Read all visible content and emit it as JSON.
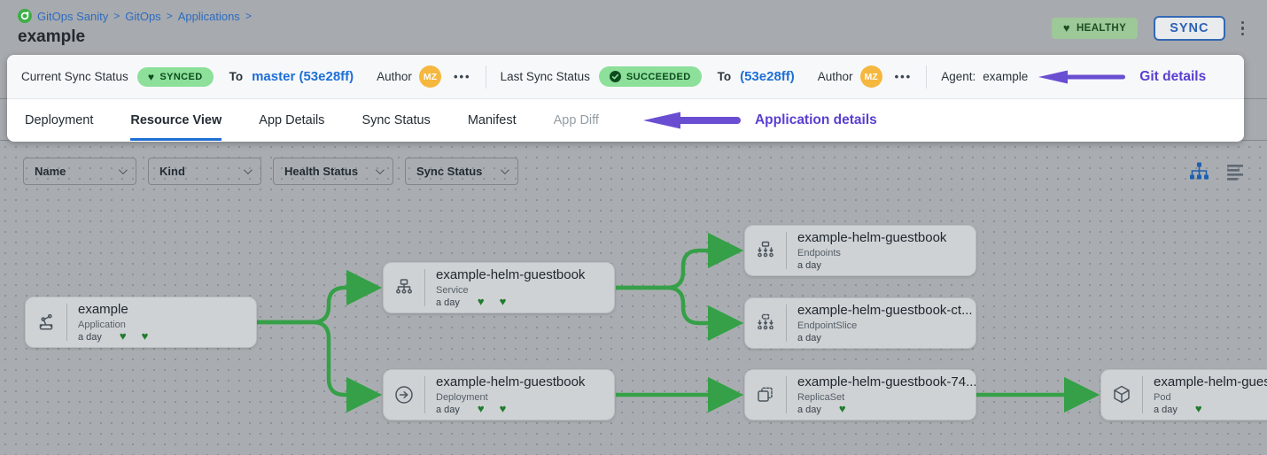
{
  "colors": {
    "accent_blue": "#1f6fd4",
    "success_pill_green": "#8ce09a",
    "healthy_badge_green": "#9dc897",
    "annotation_purple": "#5a3fd0",
    "edge_green": "#35a047",
    "avatar_orange": "#f5b73e",
    "canvas_gray": "#a9adb1"
  },
  "breadcrumb": {
    "separator": ">",
    "items": [
      {
        "label": "GitOps Sanity"
      },
      {
        "label": "GitOps"
      },
      {
        "label": "Applications"
      }
    ]
  },
  "page": {
    "title": "example"
  },
  "header": {
    "health_badge": "HEALTHY",
    "sync_button": "SYNC"
  },
  "sync_bar": {
    "current": {
      "label": "Current Sync Status",
      "status": "SYNCED",
      "to_label": "To",
      "revision": "master (53e28ff)",
      "author_label": "Author",
      "author_initials": "MZ",
      "more": "•••"
    },
    "last": {
      "label": "Last Sync Status",
      "status": "SUCCEEDED",
      "to_label": "To",
      "revision": "(53e28ff)",
      "author_label": "Author",
      "author_initials": "MZ",
      "more": "•••"
    },
    "agent": {
      "label": "Agent:",
      "value": "example"
    },
    "annotation": "Git details"
  },
  "tabs": {
    "items": [
      {
        "label": "Deployment"
      },
      {
        "label": "Resource View"
      },
      {
        "label": "App Details"
      },
      {
        "label": "Sync Status"
      },
      {
        "label": "Manifest"
      },
      {
        "label": "App Diff"
      }
    ],
    "active": "Resource View",
    "annotation": "Application details"
  },
  "filters": [
    {
      "label": "Name"
    },
    {
      "label": "Kind"
    },
    {
      "label": "Health Status"
    },
    {
      "label": "Sync Status"
    }
  ],
  "view_toggles": [
    {
      "icon": "tree-view-icon",
      "selected": true
    },
    {
      "icon": "list-view-icon",
      "selected": false
    }
  ],
  "graph": {
    "nodes": [
      {
        "title": "example",
        "kind": "Application",
        "age": "a day",
        "hearts": 2,
        "icon": "application-icon"
      },
      {
        "title": "example-helm-guestbook",
        "kind": "Service",
        "age": "a day",
        "hearts": 2,
        "icon": "service-icon"
      },
      {
        "title": "example-helm-guestbook",
        "kind": "Endpoints",
        "age": "a day",
        "hearts": 0,
        "icon": "endpoints-icon"
      },
      {
        "title": "example-helm-guestbook-ct...",
        "kind": "EndpointSlice",
        "age": "a day",
        "hearts": 0,
        "icon": "endpointslice-icon"
      },
      {
        "title": "example-helm-guestbook",
        "kind": "Deployment",
        "age": "a day",
        "hearts": 2,
        "icon": "deployment-icon"
      },
      {
        "title": "example-helm-guestbook-74...",
        "kind": "ReplicaSet",
        "age": "a day",
        "hearts": 1,
        "icon": "replicaset-icon"
      },
      {
        "title": "example-helm-guest",
        "kind": "Pod",
        "age": "a day",
        "hearts": 1,
        "icon": "pod-icon"
      }
    ]
  }
}
